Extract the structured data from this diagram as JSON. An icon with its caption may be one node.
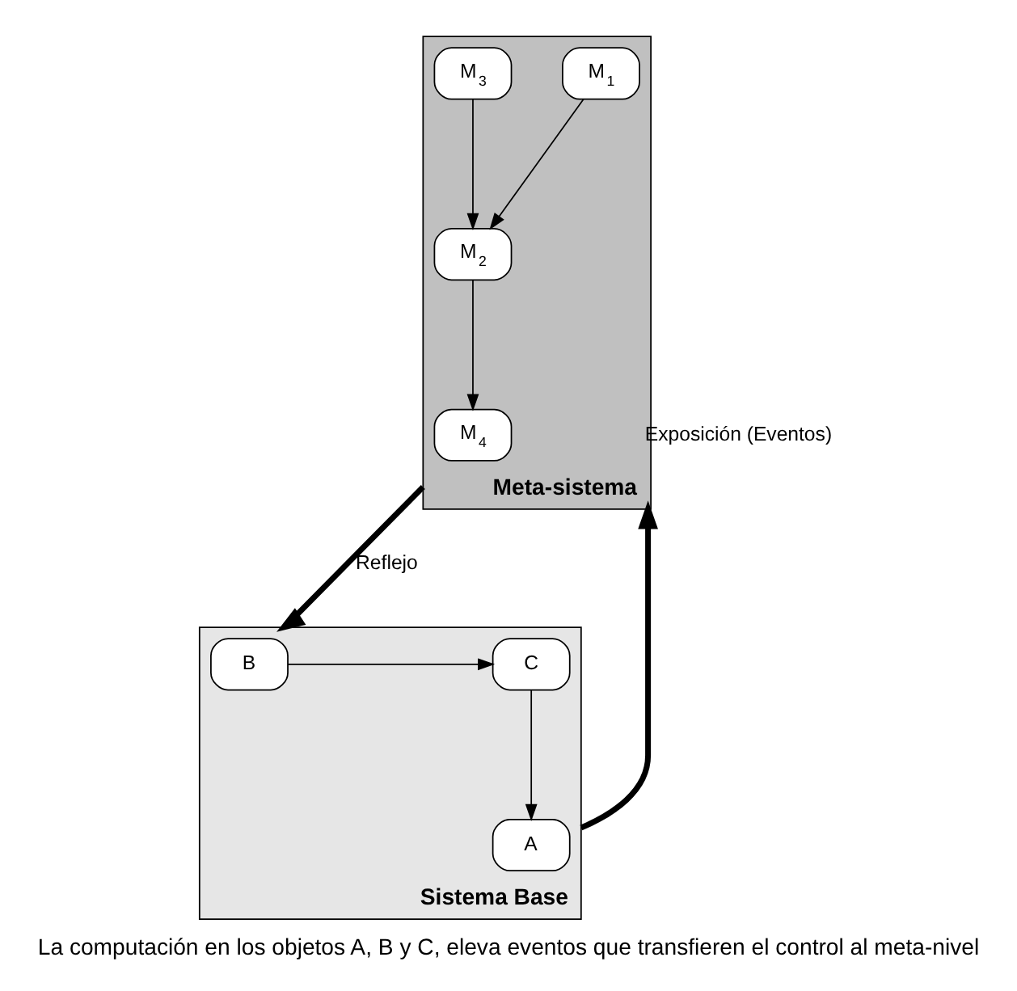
{
  "diagram": {
    "caption": "La computación en los objetos A, B y C, eleva eventos que transfieren el control al meta-nivel",
    "nodes": [
      {
        "text": [
          "Meta-sistema"
        ]
      },
      {
        "text": [
          "M$_{1}$"
        ],
        "in": 0
      },
      {
        "text": [
          "M$_{2}$"
        ],
        "in": 0
      },
      {
        "text": [
          "M$_{3}$"
        ],
        "in": 0
      },
      {
        "text": [
          "M$_{4}$"
        ],
        "in": 0
      },
      {
        "text": [
          "Sistema Base"
        ]
      },
      {
        "text": [
          "A"
        ],
        "in": 5
      },
      {
        "text": [
          "B"
        ],
        "in": 5
      },
      {
        "text": [
          "C"
        ],
        "in": 5
      }
    ],
    "edges": [
      {
        "from": 1,
        "to": 2,
        "arrow": "to"
      },
      {
        "from": 2,
        "to": 4,
        "arrow": "to"
      },
      {
        "from": 3,
        "to": 2,
        "arrow": "to"
      },
      {
        "from": 0,
        "to": 5,
        "arrow": "to",
        "label": "Reflejo",
        "style": "thick"
      },
      {
        "from": 5,
        "to": 0,
        "arrow": "to",
        "label": "Exposición (Eventos)",
        "style": "thick"
      },
      {
        "from": 8,
        "to": 6,
        "arrow": "to"
      },
      {
        "from": 7,
        "to": 8,
        "arrow": "to"
      }
    ]
  }
}
